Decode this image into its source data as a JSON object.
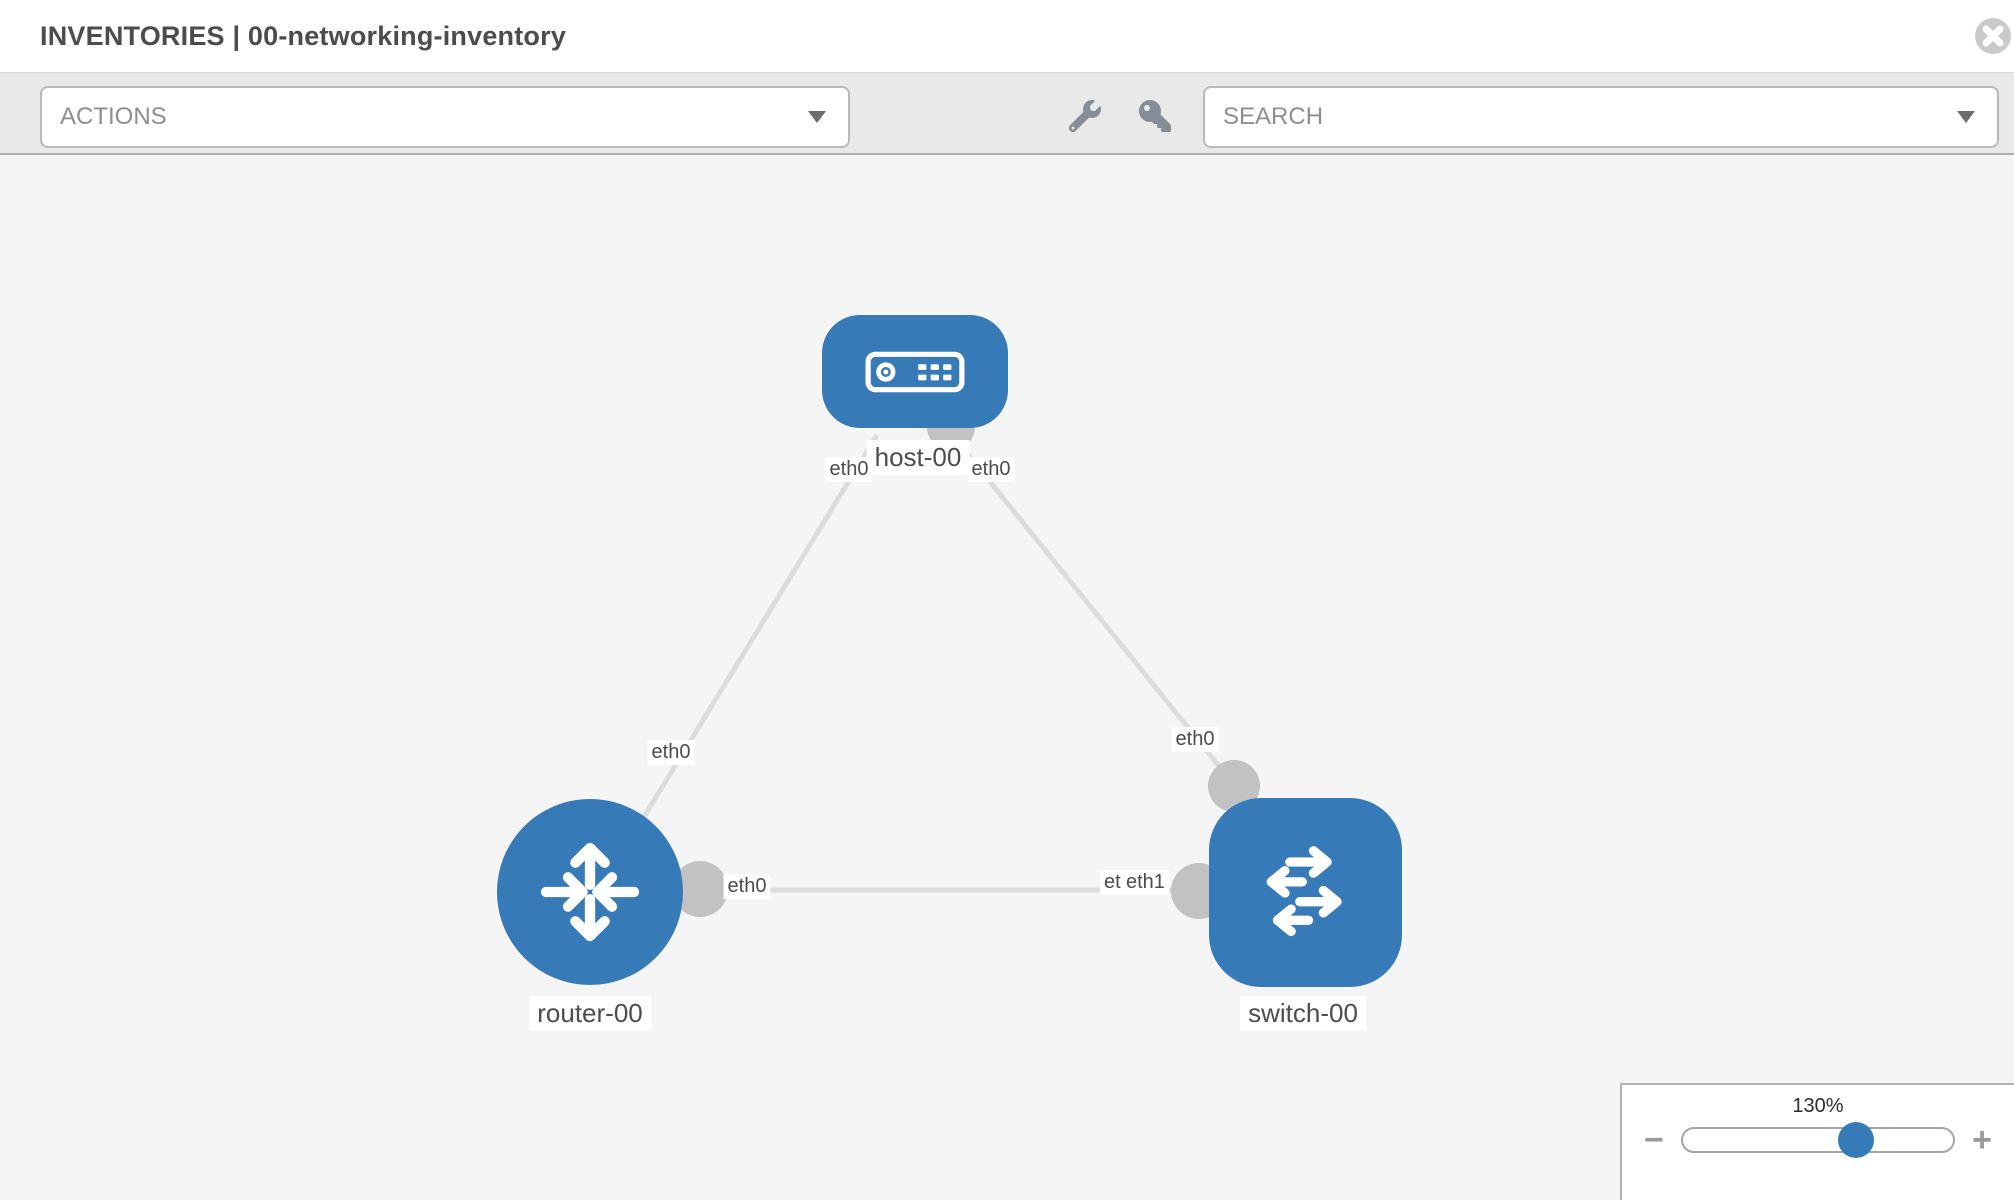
{
  "header": {
    "title": "INVENTORIES | 00-networking-inventory"
  },
  "toolbar": {
    "actions_label": "ACTIONS",
    "search_label": "SEARCH"
  },
  "topology": {
    "nodes": [
      {
        "id": "host-00",
        "type": "host",
        "label": "host-00"
      },
      {
        "id": "router-00",
        "type": "router",
        "label": "router-00"
      },
      {
        "id": "switch-00",
        "type": "switch",
        "label": "switch-00"
      }
    ],
    "links": [
      {
        "source": "host-00",
        "source_interface": "eth0",
        "target": "router-00",
        "target_interface": "eth0"
      },
      {
        "source": "host-00",
        "source_interface": "eth0",
        "target": "switch-00",
        "target_interface": "eth0"
      },
      {
        "source": "router-00",
        "source_interface": "eth0",
        "target": "switch-00",
        "target_interface": "eth1"
      }
    ],
    "interface_labels": {
      "host_left": "eth0",
      "host_right": "eth0",
      "router_uplink": "eth0",
      "switch_uplink": "eth0",
      "router_right": "eth0",
      "switch_left_under": "eth0",
      "switch_left_top": "eth1"
    }
  },
  "zoom_control": {
    "level": "130%",
    "minus_label": "−",
    "plus_label": "+",
    "thumb_percent": 64
  },
  "colors": {
    "node_blue": "#377ab8",
    "link_gray": "#dcdcdc",
    "connector_gray": "#c2c2c2",
    "canvas_bg": "#f5f5f5",
    "toolbar_bg": "#e9e9e9"
  }
}
